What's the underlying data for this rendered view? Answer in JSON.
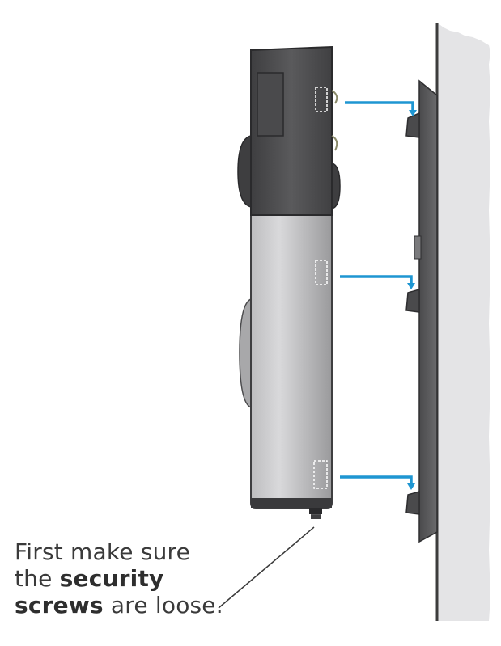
{
  "caption": {
    "line1": "First make sure",
    "line2_plain": "the ",
    "line2_bold": "security",
    "line3_bold": "screws",
    "line3_plain": " are loose."
  },
  "colors": {
    "wall": "#e4e4e6",
    "wall_edge": "#3c3c3c",
    "mount_plate": "#5a5a5c",
    "device_top": "#4c4c4e",
    "device_body": "#c8c8ca",
    "arrow": "#1e96d2",
    "text": "#3a3a3a"
  },
  "icons": {
    "arrows": [
      "arrow-right-icon",
      "arrow-right-icon",
      "arrow-right-icon"
    ]
  }
}
